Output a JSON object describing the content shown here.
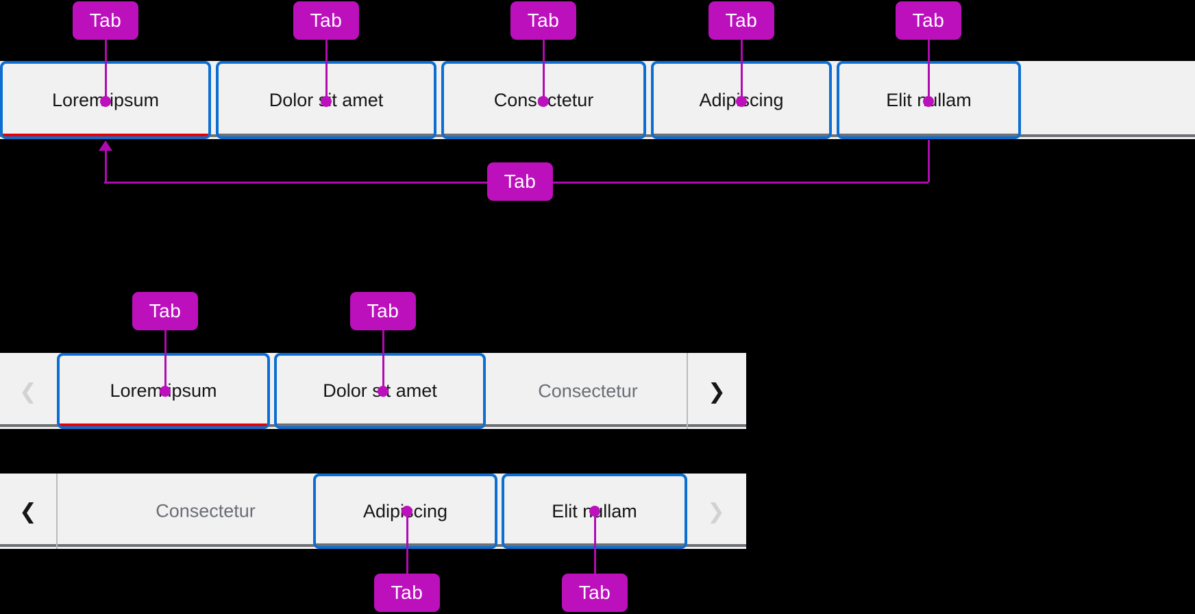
{
  "annotation": {
    "label": "Tab"
  },
  "icons": {
    "scroll_left": "❮",
    "scroll_right": "❯"
  },
  "colors": {
    "canvas": "#000000",
    "bar-bg": "#f1f1f1",
    "tab-text": "#151515",
    "muted-text": "#6a6e73",
    "outline-blue": "#0c6ed2",
    "active-red": "#ea0000",
    "border-gray": "#6d7074",
    "divider": "#b8bbbe",
    "magenta": "#bd10bd",
    "magenta-line": "#b20ab2",
    "disabled-chevron": "#d2d2d2"
  },
  "standard": {
    "tabs": [
      {
        "label": "Lorem ipsum",
        "active": true
      },
      {
        "label": "Dolor sit amet",
        "active": false
      },
      {
        "label": "Consectetur",
        "active": false
      },
      {
        "label": "Adipiscing",
        "active": false
      },
      {
        "label": "Elit nullam",
        "active": false
      }
    ]
  },
  "scrollable_start": {
    "tabs": [
      {
        "label": "Lorem ipsum",
        "active": true
      },
      {
        "label": "Dolor sit amet",
        "active": false
      },
      {
        "label": "Consectetur",
        "active": false,
        "partial": true
      }
    ]
  },
  "scrollable_end": {
    "tabs": [
      {
        "label": "Consectetur",
        "active": false,
        "partial": true
      },
      {
        "label": "Adipiscing",
        "active": false
      },
      {
        "label": "Elit nullam",
        "active": false
      }
    ]
  }
}
